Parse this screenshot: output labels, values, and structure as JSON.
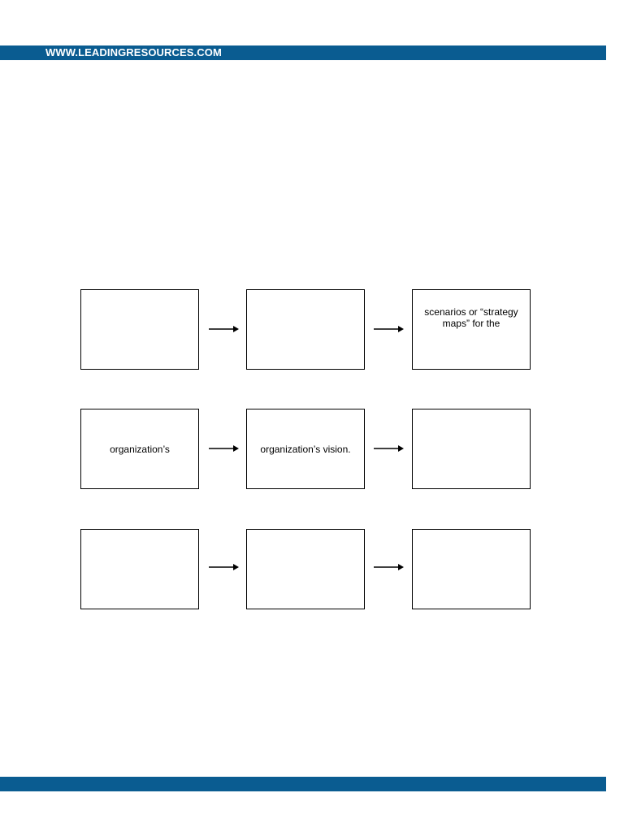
{
  "header": {
    "website": "WWW.LEADINGRESOURCES.COM"
  },
  "colors": {
    "bar": "#0a5c91"
  },
  "diagram": {
    "rows": [
      {
        "boxes": [
          "",
          "",
          "scenarios or “strategy maps” for the"
        ]
      },
      {
        "boxes": [
          "organization’s",
          "organization’s vision.",
          ""
        ]
      },
      {
        "boxes": [
          "",
          "",
          ""
        ]
      }
    ]
  }
}
